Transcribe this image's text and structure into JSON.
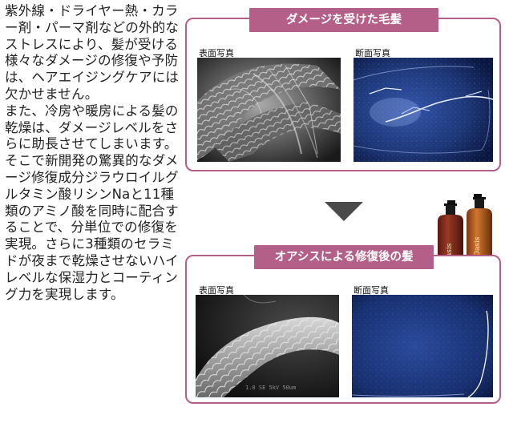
{
  "body": {
    "paragraphs": [
      "紫外線・ドライヤー熱・カラー剤・パーマ剤などの外的なストレスにより、髪が受ける様々なダメージの修復や予防は、ヘアエイジングケアには欠かせません。",
      "また、冷房や暖房による髪の乾燥は、ダメージレベルをさらに助長させてしまいます。",
      "そこで新開発の驚異的なダメージ修復成分ジラウロイルグルタミン酸リシンNaと11種類のアミノ酸を同時に配合することで、分単位での修復を実現。さらに3種類のセラミドが夜まで乾燥させないハイレベルな保湿力とコーティング力を実現します。"
    ]
  },
  "damaged": {
    "title": "ダメージを受けた毛髪",
    "surface_label": "表面写真",
    "section_label": "断面写真"
  },
  "repaired": {
    "title": "オアシスによる修復後の髪",
    "surface_label": "表面写真",
    "section_label": "断面写真"
  },
  "bottles": {
    "brand": "Oasis"
  },
  "colors": {
    "accent": "#b45f87",
    "arrow": "#4a4a4a"
  }
}
